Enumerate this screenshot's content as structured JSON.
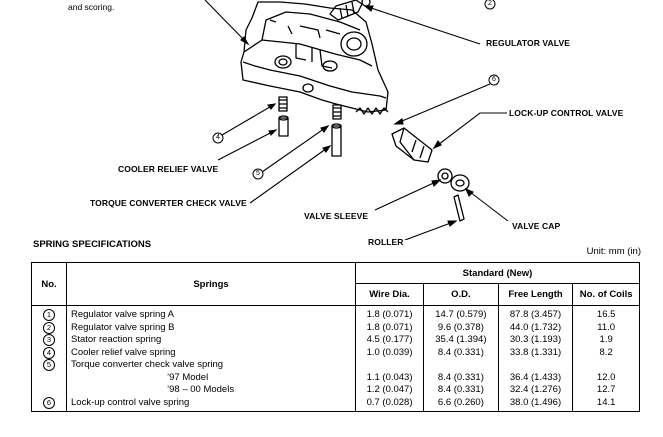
{
  "diagram": {
    "fragment_text": "and scoring.",
    "labels": {
      "regulator_valve": "REGULATOR VALVE",
      "lockup_control_valve": "LOCK-UP CONTROL VALVE",
      "cooler_relief_valve": "COOLER RELIEF VALVE",
      "torque_converter_check_valve": "TORQUE CONVERTER CHECK VALVE",
      "valve_sleeve": "VALVE SLEEVE",
      "valve_cap": "VALVE CAP",
      "roller": "ROLLER"
    },
    "callouts": [
      "2",
      "6",
      "4",
      "5"
    ]
  },
  "section_title": "SPRING SPECIFICATIONS",
  "unit": "Unit: mm (in)",
  "table": {
    "headers": {
      "no": "No.",
      "springs": "Springs",
      "standard": "Standard (New)",
      "wire_dia": "Wire Dia.",
      "od": "O.D.",
      "free_length": "Free Length",
      "coils": "No. of Coils"
    },
    "rows": [
      {
        "no": "1",
        "spring": "Regulator valve spring A",
        "wire": "1.8 (0.071)",
        "od": "14.7 (0.579)",
        "len": "87.8 (3.457)",
        "coils": "16.5"
      },
      {
        "no": "2",
        "spring": "Regulator valve spring B",
        "wire": "1.8 (0.071)",
        "od": "9.6 (0.378)",
        "len": "44.0 (1.732)",
        "coils": "11.0"
      },
      {
        "no": "3",
        "spring": "Stator reaction spring",
        "wire": "4.5 (0.177)",
        "od": "35.4 (1.394)",
        "len": "30.3 (1.193)",
        "coils": "1.9"
      },
      {
        "no": "4",
        "spring": "Cooler relief valve spring",
        "wire": "1.0 (0.039)",
        "od": "8.4 (0.331)",
        "len": "33.8 (1.331)",
        "coils": "8.2"
      },
      {
        "no": "5",
        "spring": "Torque converter check valve spring",
        "wire": "",
        "od": "",
        "len": "",
        "coils": ""
      },
      {
        "no": "",
        "spring": "’97 Model",
        "wire": "1.1 (0.043)",
        "od": "8.4 (0.331)",
        "len": "36.4 (1.433)",
        "coils": "12.0"
      },
      {
        "no": "",
        "spring": "’98 – 00 Models",
        "wire": "1.2 (0.047)",
        "od": "8.4 (0.331)",
        "len": "32.4 (1.276)",
        "coils": "12.7"
      },
      {
        "no": "6",
        "spring": "Lock-up control valve spring",
        "wire": "0.7 (0.028)",
        "od": "6.6 (0.260)",
        "len": "38.0 (1.496)",
        "coils": "14.1"
      }
    ]
  }
}
